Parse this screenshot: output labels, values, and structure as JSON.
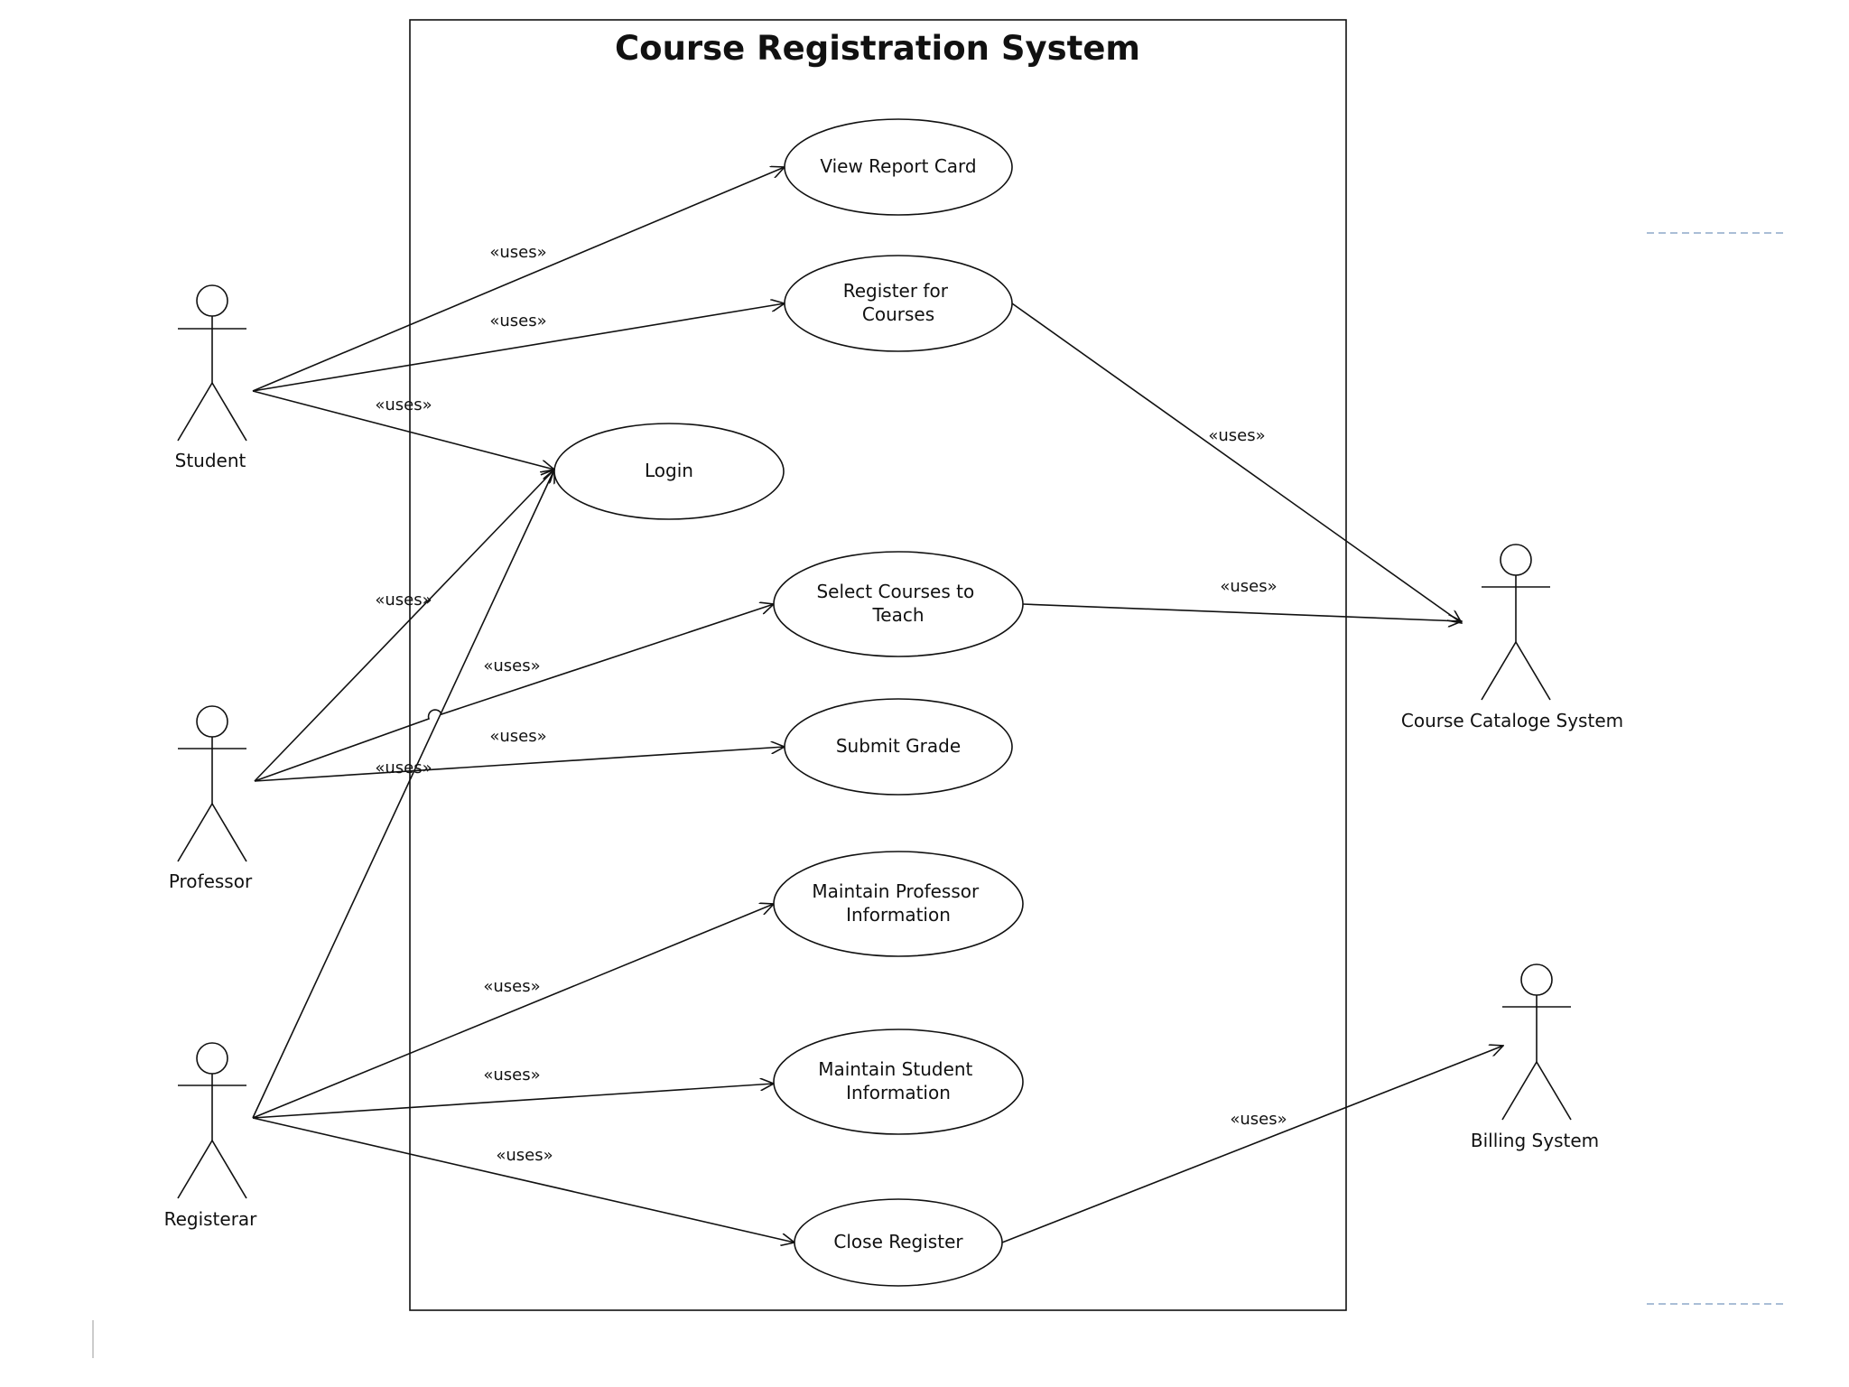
{
  "system": {
    "title": "Course Registration System"
  },
  "actors": {
    "student": "Student",
    "professor": "Professor",
    "registerar": "Registerar",
    "course_catalog": "Course Cataloge System",
    "billing": "Billing System"
  },
  "use_cases": {
    "view_report_card": [
      "View Report Card"
    ],
    "register_courses": [
      "Register for",
      "Courses"
    ],
    "login": [
      "Login"
    ],
    "select_courses": [
      "Select Courses to",
      "Teach"
    ],
    "submit_grade": [
      "Submit Grade"
    ],
    "maintain_professor": [
      "Maintain Professor",
      "Information"
    ],
    "maintain_student": [
      "Maintain Student",
      "Information"
    ],
    "close_register": [
      "Close Register"
    ]
  },
  "relation_label": "«uses»",
  "colors": {
    "line": "#111111",
    "decoration": "#8ea9c8"
  }
}
